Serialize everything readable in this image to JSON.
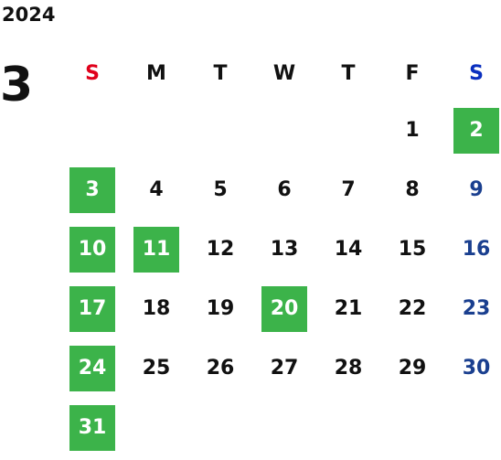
{
  "calendar": {
    "year": "2024",
    "month": "3",
    "weekdays": [
      "S",
      "M",
      "T",
      "W",
      "T",
      "F",
      "S"
    ],
    "weekday_colors": [
      "#e0001b",
      "#111111",
      "#111111",
      "#111111",
      "#111111",
      "#111111",
      "#0a2fbf"
    ],
    "first_weekday_index": 5,
    "days_in_month": 31,
    "highlighted_days": [
      2,
      3,
      10,
      11,
      17,
      20,
      24,
      31
    ],
    "colors": {
      "highlight": "#3cb34a",
      "highlight_text": "#ffffff",
      "saturday_text": "#1a3f8f",
      "default_text": "#111111"
    }
  }
}
